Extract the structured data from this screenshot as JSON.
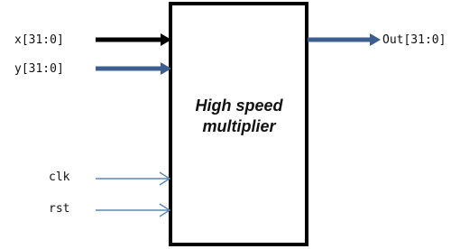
{
  "block": {
    "label_line1": "High speed",
    "label_line2": "multiplier"
  },
  "ports": {
    "x": {
      "label": "x[31:0]"
    },
    "y": {
      "label": "y[31:0]"
    },
    "clk": {
      "label": "clk"
    },
    "rst": {
      "label": "rst"
    },
    "out": {
      "label": "Out[31:0]"
    }
  },
  "colors": {
    "block_border": "#000000",
    "x_arrow": "#000000",
    "bus_arrow": "#3d5f8f",
    "control_arrow": "#5b87b5"
  }
}
